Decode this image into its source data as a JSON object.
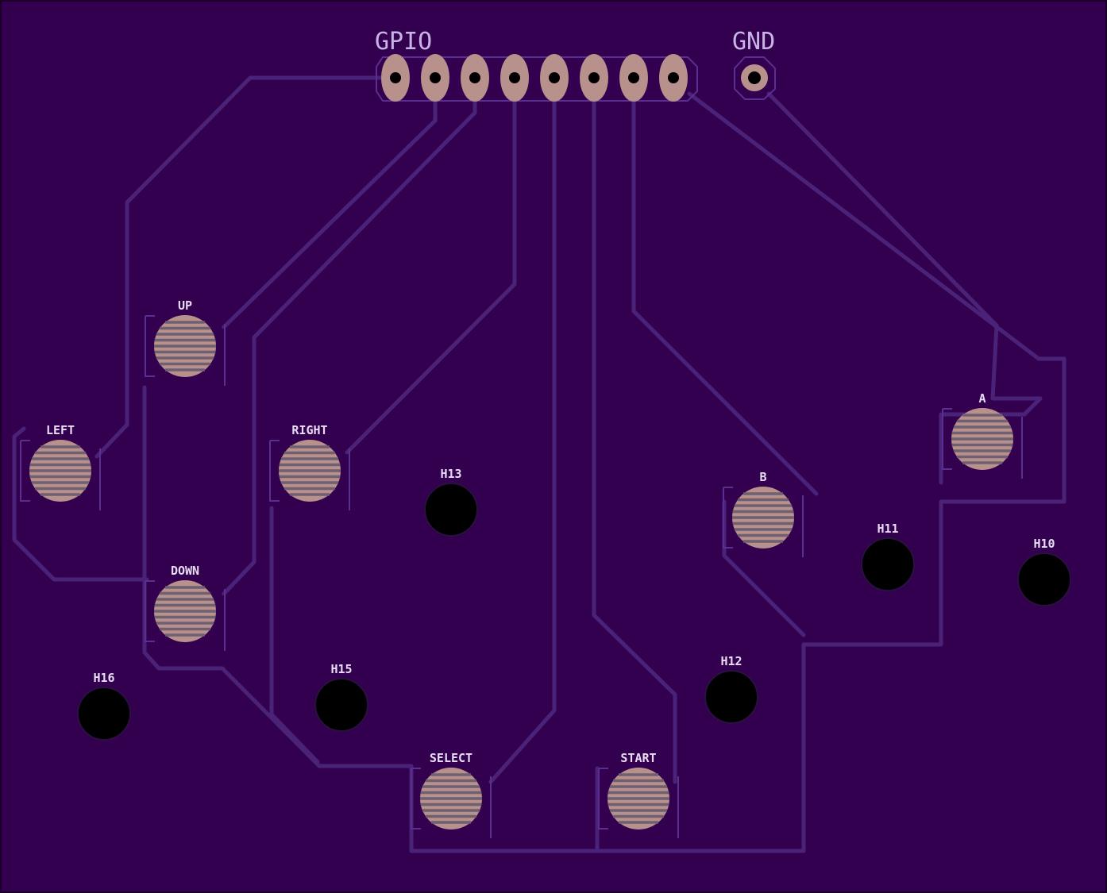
{
  "board": {
    "substrate_color": "#33004f",
    "trace_color": "#4a2378",
    "pad_color": "#b8918c",
    "silk_color": "#e8dcf5",
    "hole_color": "#000000"
  },
  "header": {
    "gpio_label": "GPIO",
    "gnd_label": "GND",
    "gpio_pin_count": 8,
    "gnd_pin_count": 1
  },
  "buttons": [
    {
      "key": "up",
      "label": "UP"
    },
    {
      "key": "left",
      "label": "LEFT"
    },
    {
      "key": "right",
      "label": "RIGHT"
    },
    {
      "key": "down",
      "label": "DOWN"
    },
    {
      "key": "select",
      "label": "SELECT"
    },
    {
      "key": "start",
      "label": "START"
    },
    {
      "key": "b",
      "label": "B"
    },
    {
      "key": "a",
      "label": "A"
    }
  ],
  "holes": [
    {
      "key": "h10",
      "label": "H10"
    },
    {
      "key": "h11",
      "label": "H11"
    },
    {
      "key": "h12",
      "label": "H12"
    },
    {
      "key": "h13",
      "label": "H13"
    },
    {
      "key": "h15",
      "label": "H15"
    },
    {
      "key": "h16",
      "label": "H16"
    }
  ]
}
